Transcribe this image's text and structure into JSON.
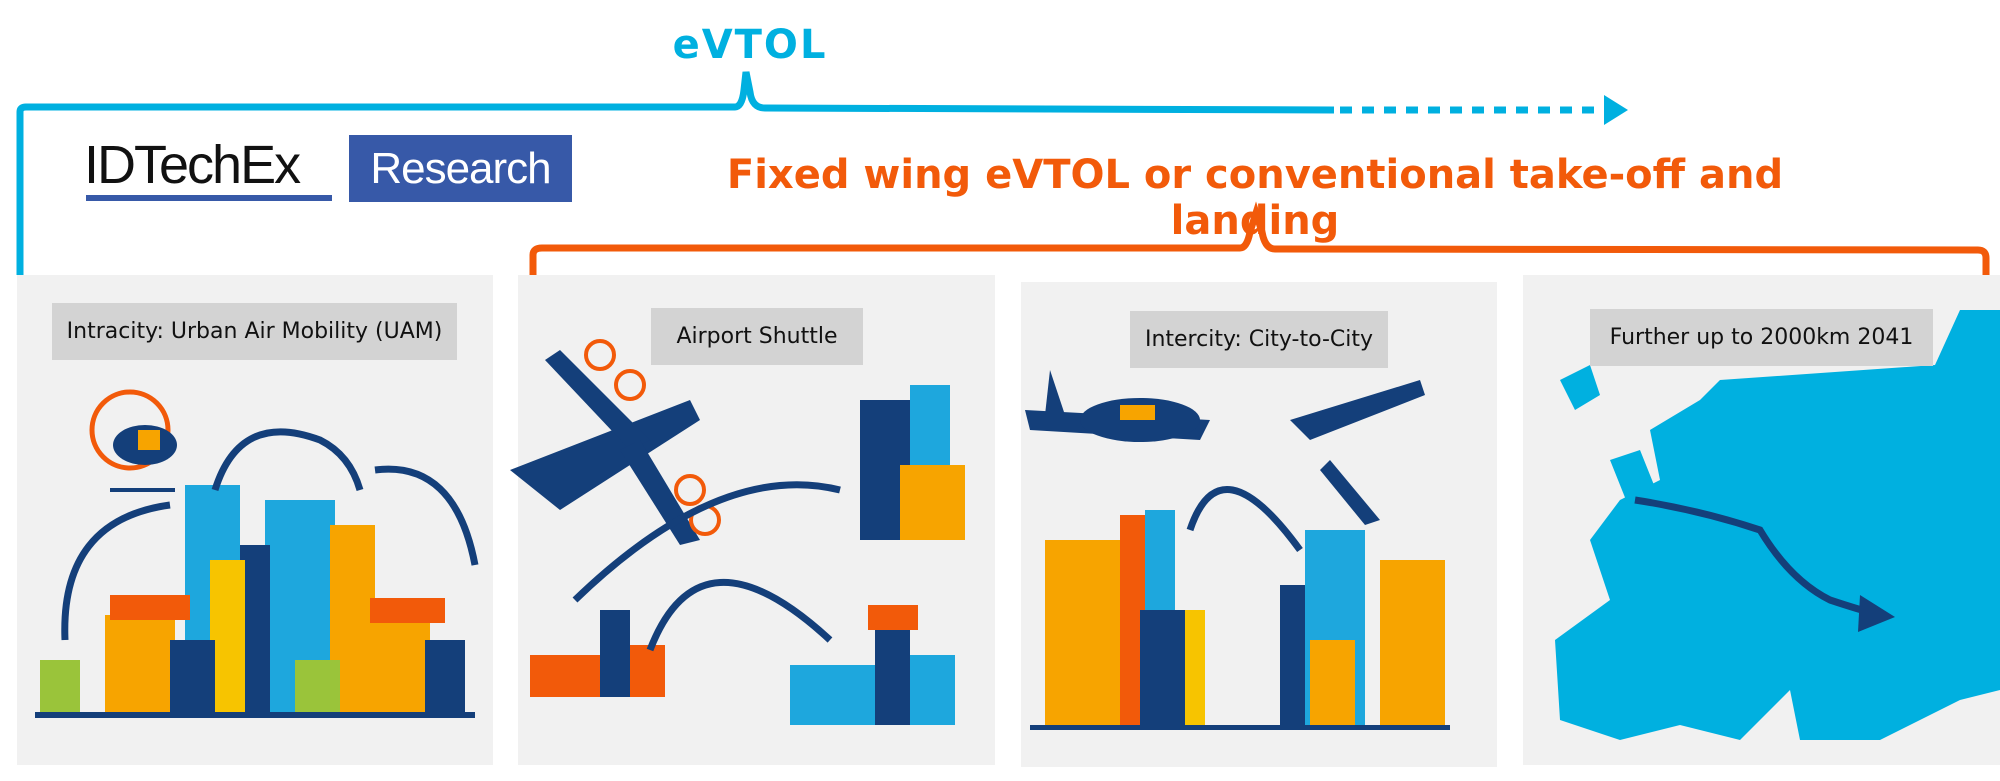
{
  "header": {
    "evtol_label": "eVTOL",
    "fixed_wing_label": "Fixed wing eVTOL or conventional take-off and landing"
  },
  "logo": {
    "brand": "IDTechEx",
    "sub": "Research"
  },
  "panels": [
    {
      "label": "Intracity: Urban Air Mobility (UAM)",
      "illustration": "city-with-multicopter"
    },
    {
      "label": "Airport Shuttle",
      "illustration": "plane-between-airports"
    },
    {
      "label": "Intercity: City-to-City",
      "illustration": "planes-between-cities"
    },
    {
      "label": "Further up to 2000km 2041",
      "illustration": "europe-map-route"
    }
  ],
  "colors": {
    "blue": "#00b0e0",
    "orange": "#f25a0a",
    "navy": "#143f7a",
    "logo_blue": "#3759a8",
    "panel_bg": "#f1f1f1",
    "label_bg": "#d3d3d3"
  }
}
